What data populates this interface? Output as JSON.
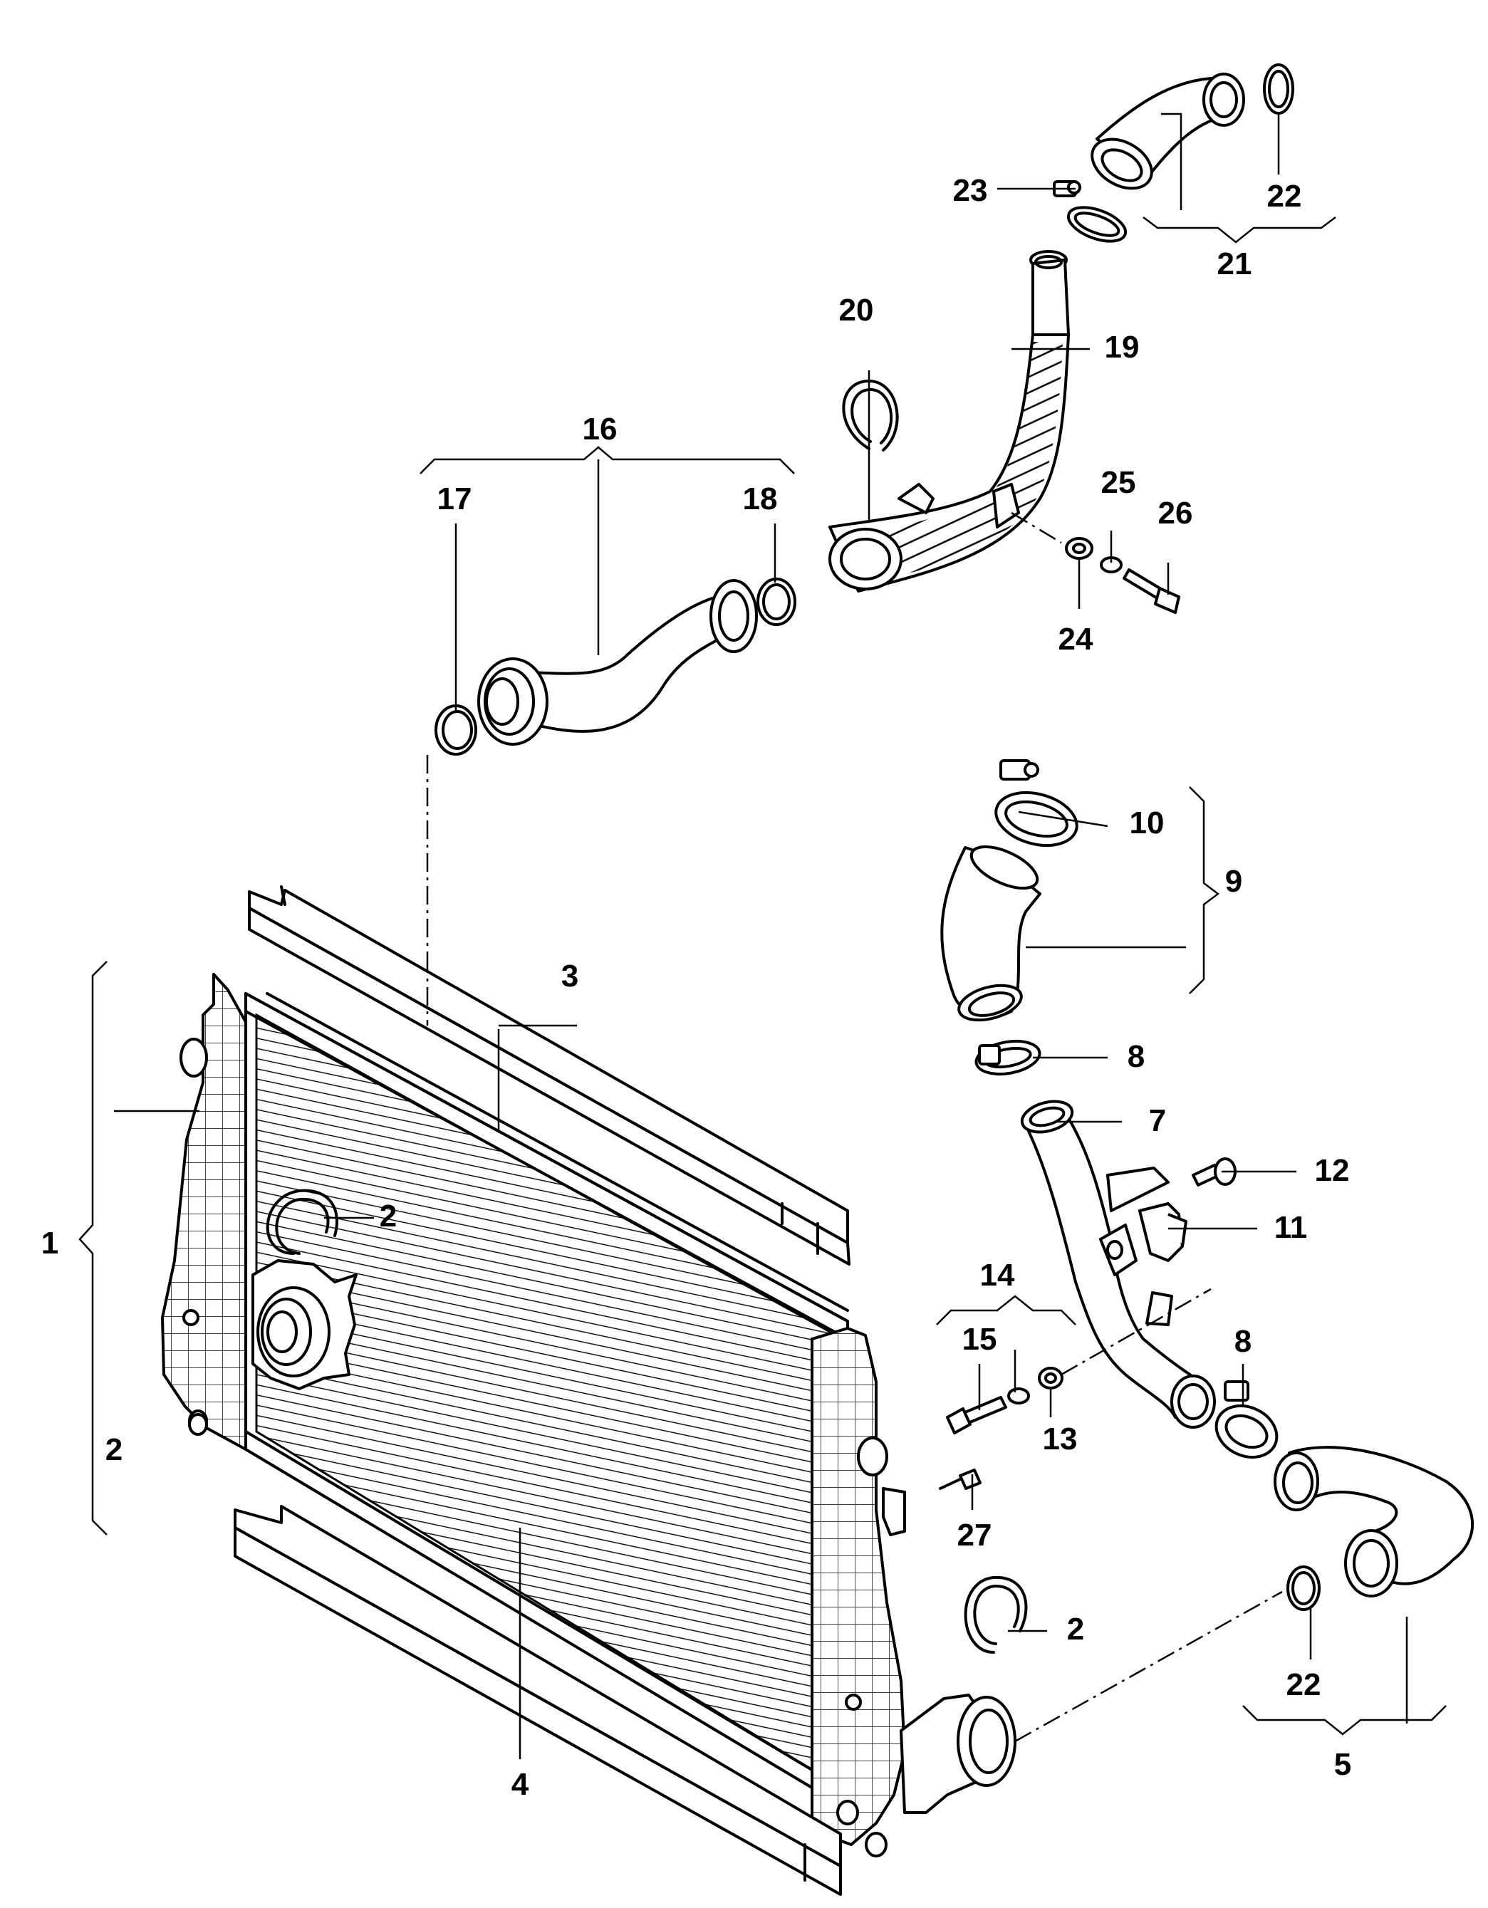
{
  "callouts": {
    "c1": "1",
    "c2a": "2",
    "c2b": "2",
    "c2c": "2",
    "c3": "3",
    "c4": "4",
    "c5": "5",
    "c7": "7",
    "c8a": "8",
    "c8b": "8",
    "c9": "9",
    "c10": "10",
    "c11": "11",
    "c12": "12",
    "c13": "13",
    "c14": "14",
    "c15": "15",
    "c16": "16",
    "c17": "17",
    "c18": "18",
    "c19": "19",
    "c20": "20",
    "c21": "21",
    "c22a": "22",
    "c22b": "22",
    "c23": "23",
    "c24": "24",
    "c25": "25",
    "c26": "26",
    "c27": "27"
  }
}
